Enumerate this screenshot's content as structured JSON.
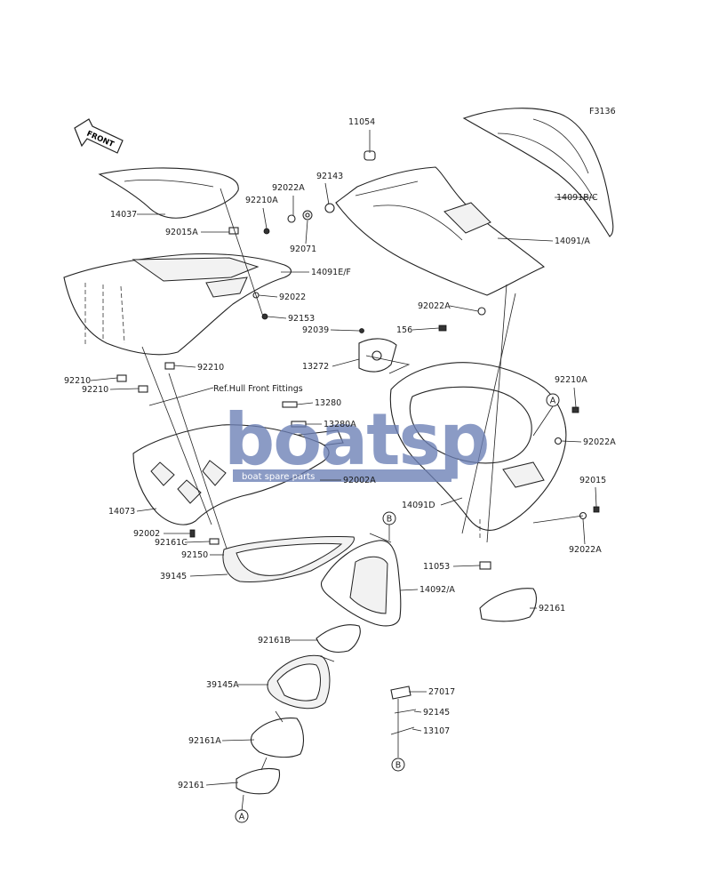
{
  "figure_code": "F3136",
  "front_label": "FRONT",
  "reference_note": "Ref.Hull Front Fittings",
  "watermark": {
    "brand": "boatsp",
    "tagline": "boat spare parts",
    "color": "#5b6fa8"
  },
  "callouts": [
    {
      "id": "c-11054",
      "text": "11054"
    },
    {
      "id": "c-92143",
      "text": "92143"
    },
    {
      "id": "c-92022A-top",
      "text": "92022A"
    },
    {
      "id": "c-92210A-top",
      "text": "92210A"
    },
    {
      "id": "c-92071",
      "text": "92071"
    },
    {
      "id": "c-14091BC",
      "text": "14091B/C"
    },
    {
      "id": "c-14091A",
      "text": "14091/A"
    },
    {
      "id": "c-14037",
      "text": "14037"
    },
    {
      "id": "c-92015A",
      "text": "92015A"
    },
    {
      "id": "c-14091EF",
      "text": "14091E/F"
    },
    {
      "id": "c-92022",
      "text": "92022"
    },
    {
      "id": "c-92153",
      "text": "92153"
    },
    {
      "id": "c-92022A-mid",
      "text": "92022A"
    },
    {
      "id": "c-92039",
      "text": "92039"
    },
    {
      "id": "c-156",
      "text": "156"
    },
    {
      "id": "c-13272",
      "text": "13272"
    },
    {
      "id": "c-92210-r",
      "text": "92210"
    },
    {
      "id": "c-92210-l1",
      "text": "92210"
    },
    {
      "id": "c-92210-l2",
      "text": "92210"
    },
    {
      "id": "c-92210A-right",
      "text": "92210A"
    },
    {
      "id": "c-13280",
      "text": "13280"
    },
    {
      "id": "c-13280A",
      "text": "13280A"
    },
    {
      "id": "c-92022A-right",
      "text": "92022A"
    },
    {
      "id": "c-92002A",
      "text": "92002A"
    },
    {
      "id": "c-92015",
      "text": "92015"
    },
    {
      "id": "c-14091D",
      "text": "14091D"
    },
    {
      "id": "c-14073",
      "text": "14073"
    },
    {
      "id": "c-92002",
      "text": "92002"
    },
    {
      "id": "c-92161C",
      "text": "92161C"
    },
    {
      "id": "c-92150",
      "text": "92150"
    },
    {
      "id": "c-92022A-low",
      "text": "92022A"
    },
    {
      "id": "c-11053",
      "text": "11053"
    },
    {
      "id": "c-39145",
      "text": "39145"
    },
    {
      "id": "c-14092A",
      "text": "14092/A"
    },
    {
      "id": "c-92161-right",
      "text": "92161"
    },
    {
      "id": "c-92161B",
      "text": "92161B"
    },
    {
      "id": "c-39145A",
      "text": "39145A"
    },
    {
      "id": "c-27017",
      "text": "27017"
    },
    {
      "id": "c-92145",
      "text": "92145"
    },
    {
      "id": "c-13107",
      "text": "13107"
    },
    {
      "id": "c-92161A",
      "text": "92161A"
    },
    {
      "id": "c-92161-low",
      "text": "92161"
    }
  ],
  "ref_markers": [
    {
      "id": "m-A-right",
      "text": "A"
    },
    {
      "id": "m-B-top",
      "text": "B"
    },
    {
      "id": "m-B-bottom",
      "text": "B"
    },
    {
      "id": "m-A-bottom",
      "text": "A"
    }
  ]
}
